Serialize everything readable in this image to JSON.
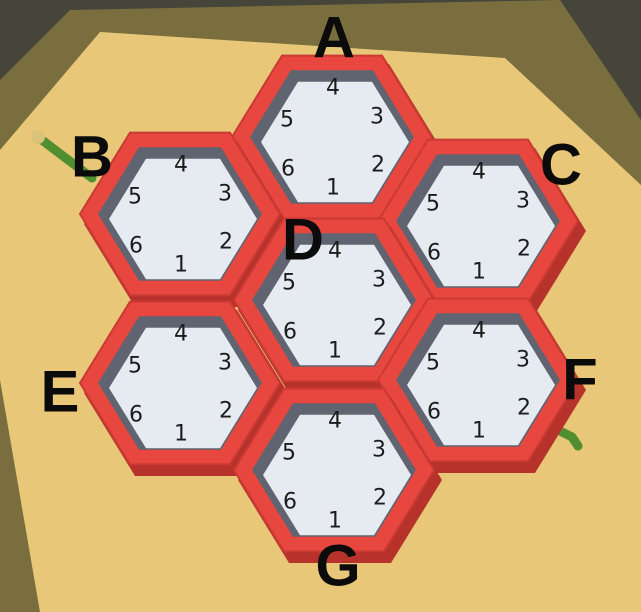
{
  "board": {
    "colors": {
      "outer": "#4a4a3e",
      "rim": "#8a7c45",
      "tray": "#e8c878",
      "cell_frame": "#e8473f",
      "cell_floor": "#e6ebf2",
      "cell_wall": "#5f6470",
      "pipe": "#4a8a2e"
    },
    "cells": [
      {
        "id": "A",
        "label": "A",
        "numbers": [
          "1",
          "2",
          "3",
          "4",
          "5",
          "6"
        ]
      },
      {
        "id": "B",
        "label": "B",
        "numbers": [
          "1",
          "2",
          "3",
          "4",
          "5",
          "6"
        ]
      },
      {
        "id": "C",
        "label": "C",
        "numbers": [
          "1",
          "2",
          "3",
          "4",
          "5",
          "6"
        ]
      },
      {
        "id": "D",
        "label": "D",
        "numbers": [
          "1",
          "2",
          "3",
          "4",
          "5",
          "6"
        ]
      },
      {
        "id": "E",
        "label": "E",
        "numbers": [
          "1",
          "2",
          "3",
          "4",
          "5",
          "6"
        ]
      },
      {
        "id": "F",
        "label": "F",
        "numbers": [
          "1",
          "2",
          "3",
          "4",
          "5",
          "6"
        ]
      },
      {
        "id": "G",
        "label": "G",
        "numbers": [
          "1",
          "2",
          "3",
          "4",
          "5",
          "6"
        ]
      }
    ]
  }
}
